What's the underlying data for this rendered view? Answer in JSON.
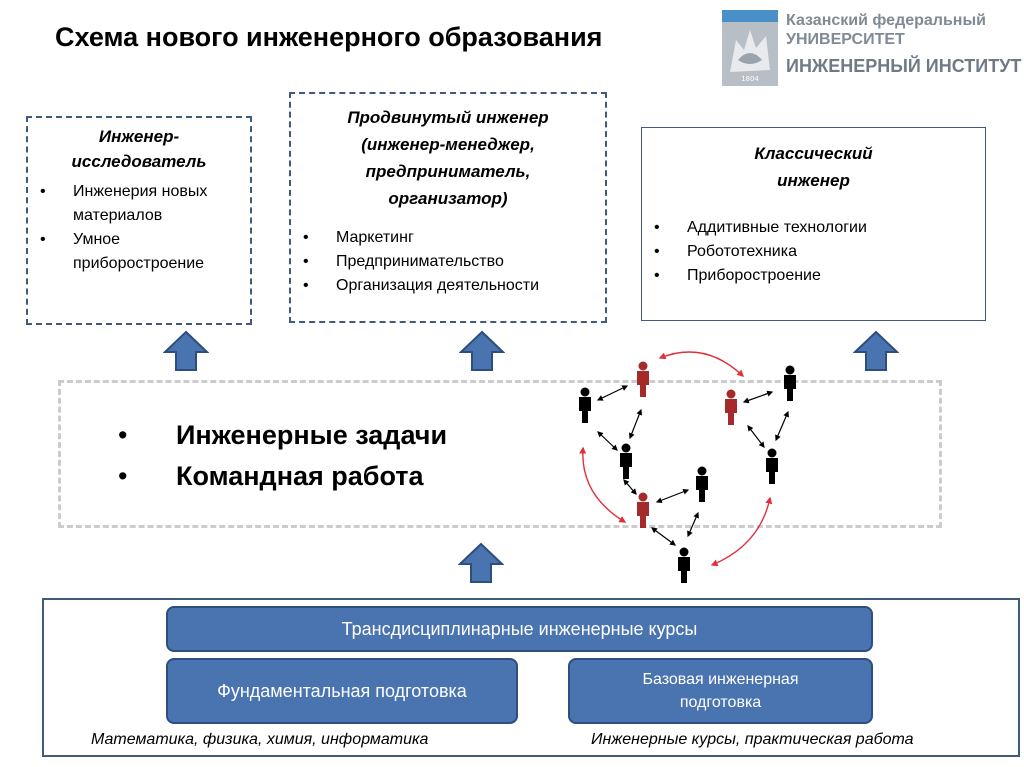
{
  "title": "Схема нового инженерного образования",
  "logo": {
    "line1": "Казанский федеральный",
    "line2": "УНИВЕРСИТЕТ",
    "line3": "ИНЖЕНЕРНЫЙ ИНСТИТУТ",
    "emblem_year": "1804"
  },
  "top_cards": {
    "researcher": {
      "title_lines": [
        "Инженер-",
        "исследователь"
      ],
      "items": [
        "Инженерия новых материалов",
        "Умное приборостроение"
      ]
    },
    "advanced": {
      "title_lines": [
        "Продвинутый инженер",
        "(инженер-менеджер,",
        "предприниматель,",
        "организатор)"
      ],
      "items": [
        "Маркетинг",
        "Предпринимательство",
        "Организация деятельности"
      ]
    },
    "classic": {
      "title_lines": [
        "Классический",
        "инженер"
      ],
      "items": [
        "Аддитивные технологии",
        "Робототехника",
        "Приборостроение"
      ]
    }
  },
  "middle": {
    "items": [
      "Инженерные задачи",
      "Командная работа"
    ]
  },
  "bottom": {
    "transdisciplinary": "Трансдисциплинарные инженерные курсы",
    "fundamental": "Фундаментальная подготовка",
    "basic_lines": [
      "Базовая инженерная",
      "подготовка"
    ],
    "caption_left": "Математика, физика,  химия, информатика",
    "caption_right": "Инженерные курсы,  практическая работа"
  },
  "colors": {
    "accent_blue": "#4a74b0",
    "border_blue": "#3f5a7a",
    "leader_red": "#a52a2a",
    "arrow_red": "#e0303a"
  }
}
